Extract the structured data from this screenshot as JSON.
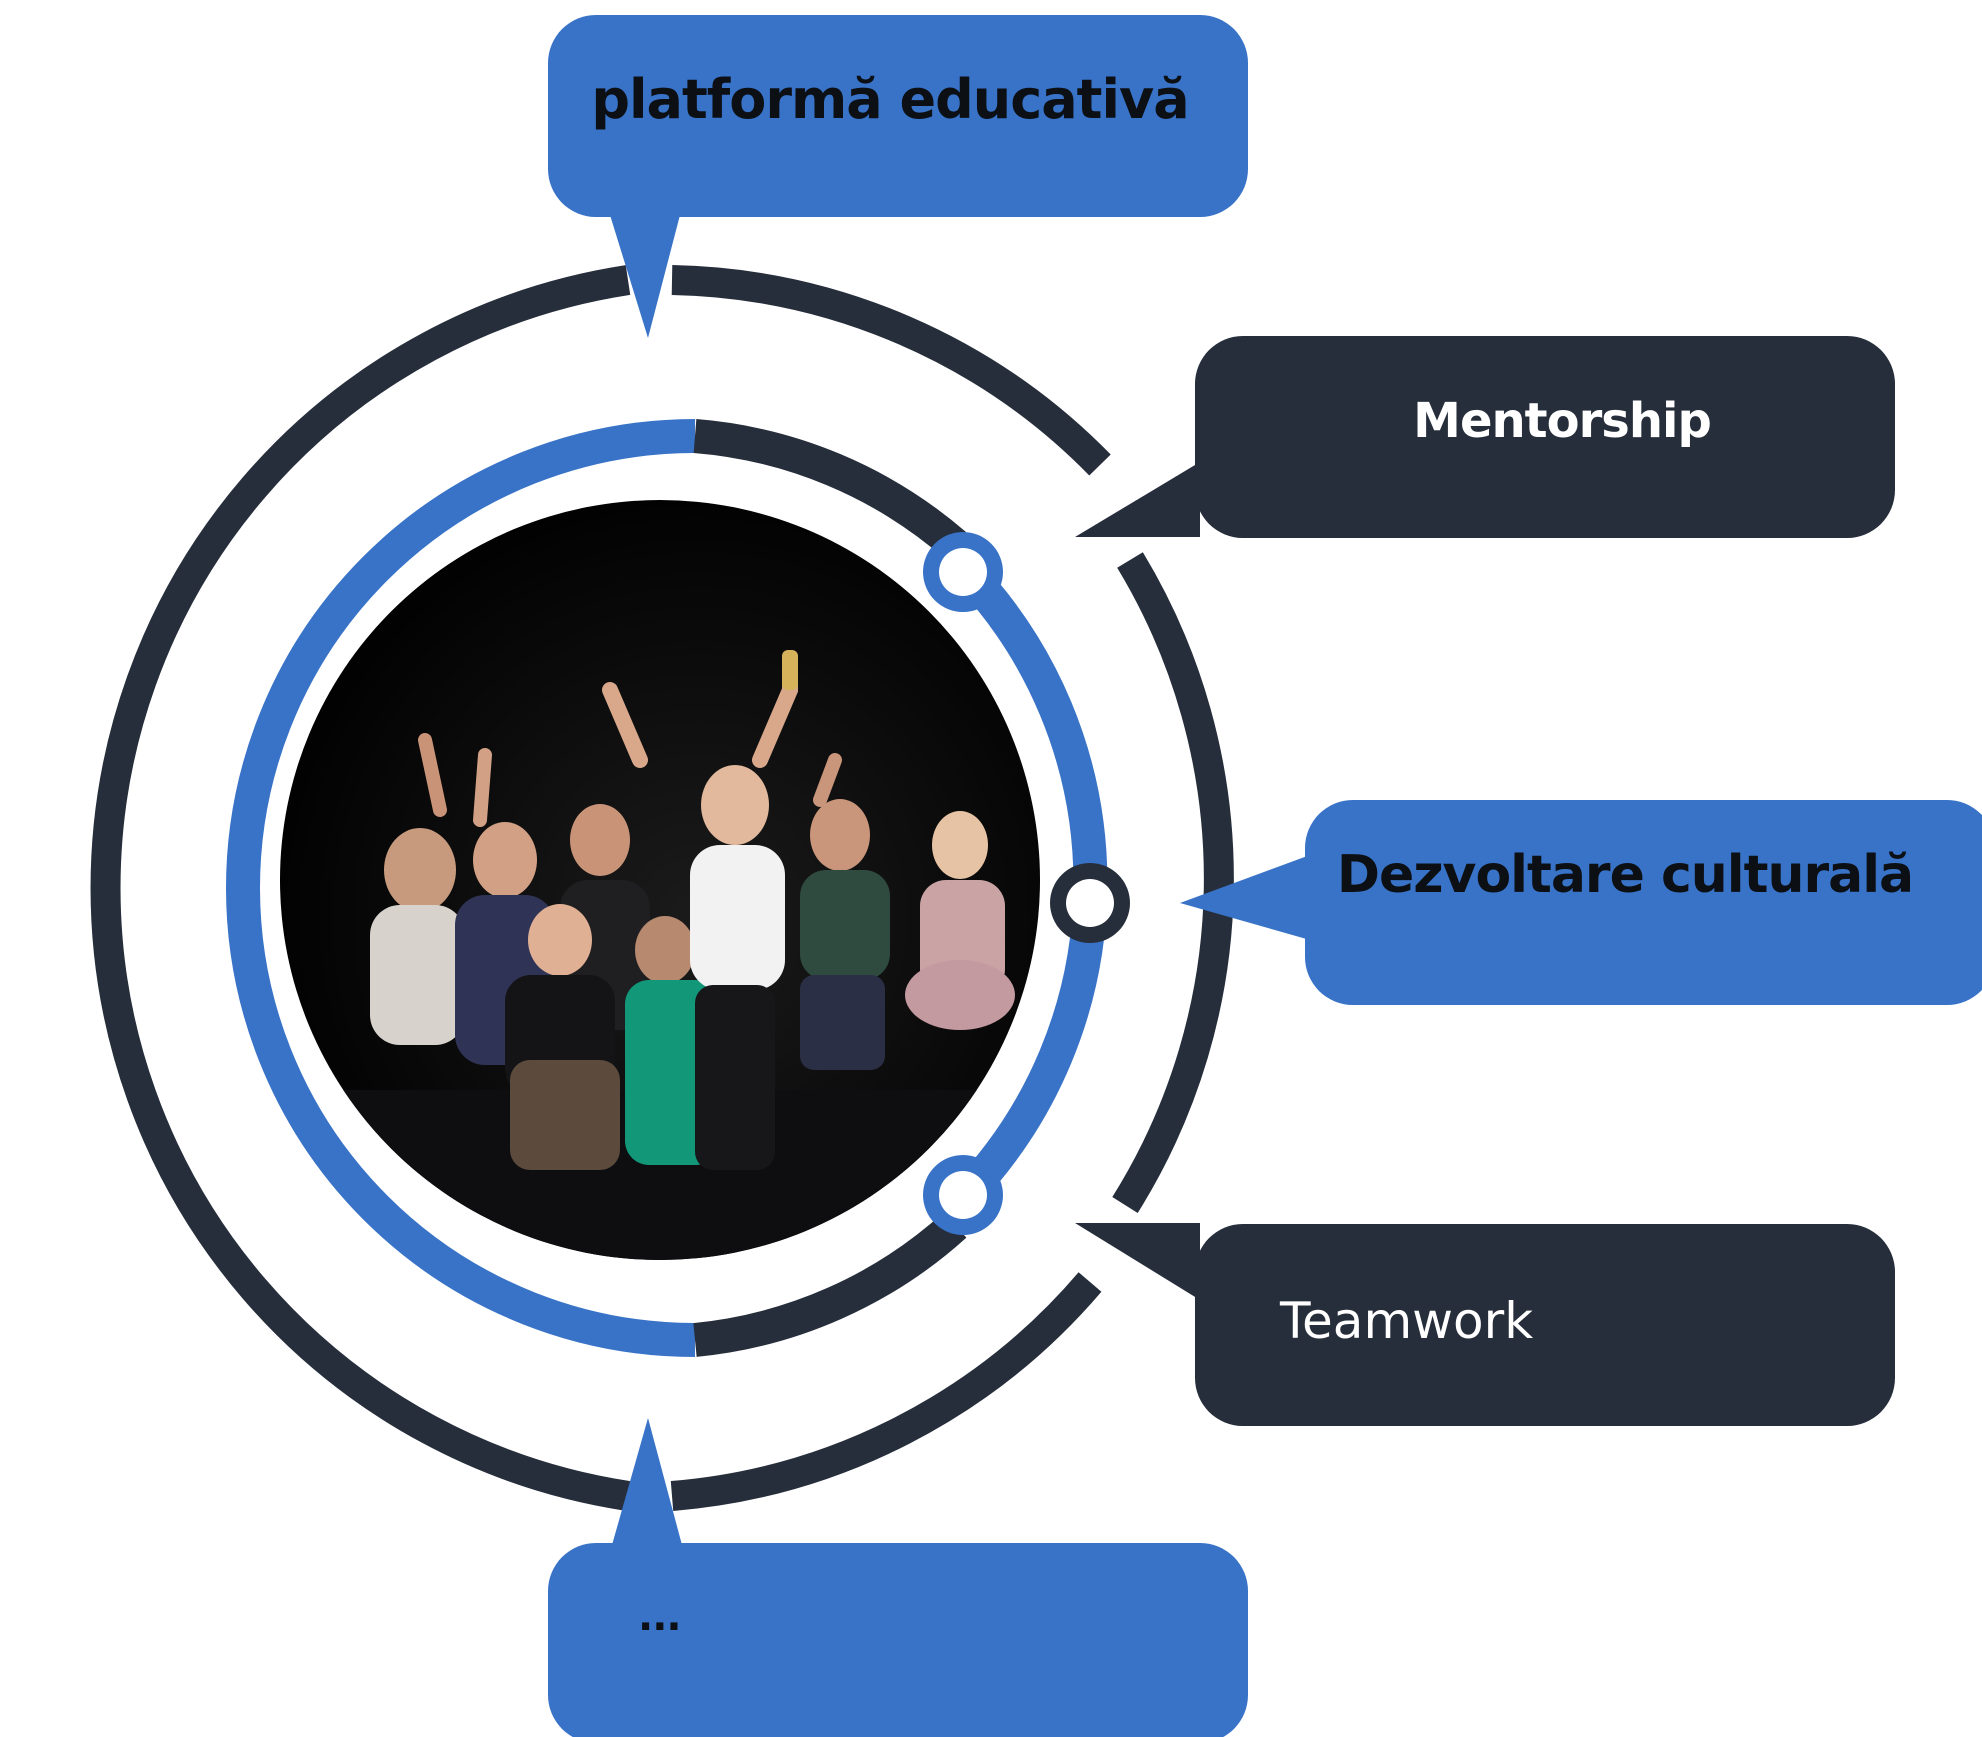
{
  "colors": {
    "blue": "#3873c8",
    "dark": "#262e3b",
    "white": "#ffffff",
    "text_dark": "#0c0f14"
  },
  "callouts": {
    "top": {
      "label": "platformă educativă"
    },
    "mentorship": {
      "label": "Mentorship"
    },
    "cultural": {
      "label": "Dezvoltare culturală"
    },
    "teamwork": {
      "label": "Teamwork"
    },
    "bottom": {
      "label": "..."
    }
  },
  "photo": {
    "subject": "group-of-young-performers-on-stage"
  }
}
